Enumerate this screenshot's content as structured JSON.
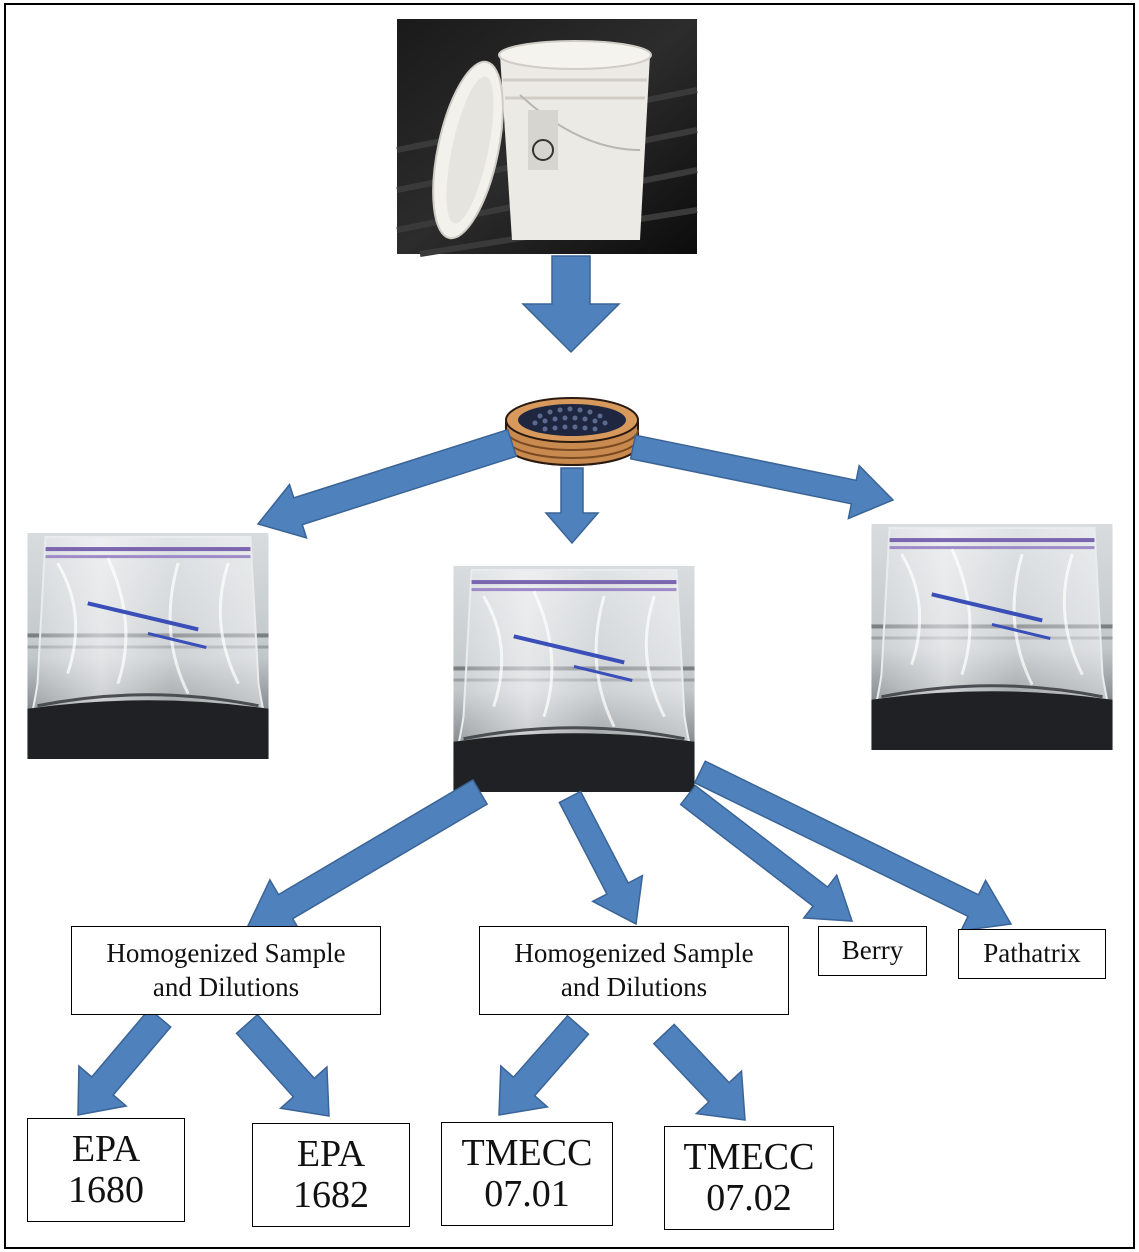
{
  "colors": {
    "arrow_fill": "#4f81bd",
    "arrow_stroke": "#3a6496",
    "box_border": "#000000",
    "text": "#111111"
  },
  "images": {
    "bucket": "white-bucket-with-lid-photo",
    "sieve": "wooden-sieve-icon",
    "bag_left": "sample-bag-photo",
    "bag_center": "sample-bag-photo",
    "bag_right": "sample-bag-photo"
  },
  "labels": {
    "homog_left_l1": "Homogenized Sample",
    "homog_left_l2": "and Dilutions",
    "homog_center_l1": "Homogenized Sample",
    "homog_center_l2": "and Dilutions",
    "berry": "Berry",
    "pathatrix": "Pathatrix",
    "epa1680_l1": "EPA",
    "epa1680_l2": "1680",
    "epa1682_l1": "EPA",
    "epa1682_l2": "1682",
    "tmecc0701_l1": "TMECC",
    "tmecc0701_l2": "07.01",
    "tmecc0702_l1": "TMECC",
    "tmecc0702_l2": "07.02"
  }
}
